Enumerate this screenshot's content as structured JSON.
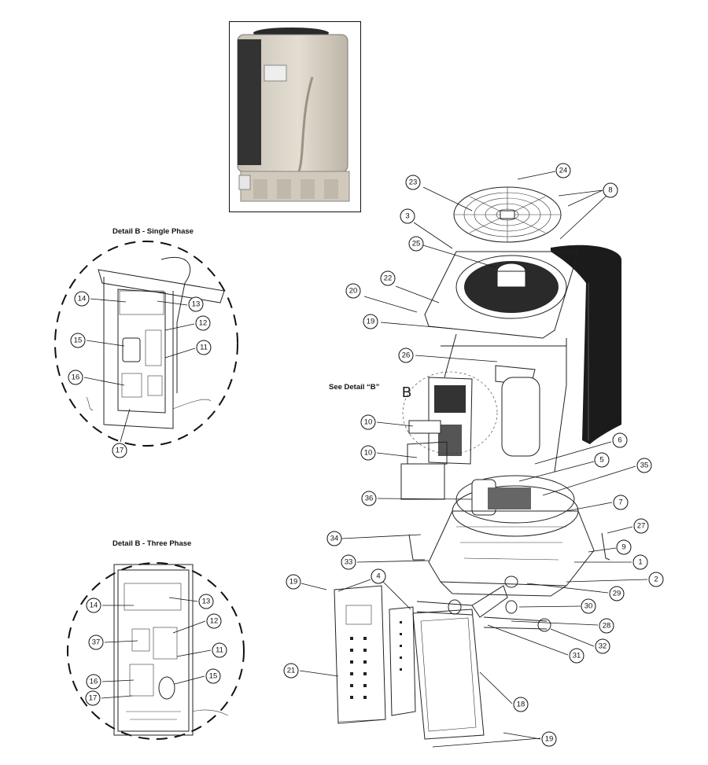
{
  "captions": {
    "single_phase": "Detail B - Single Phase",
    "three_phase": "Detail B - Three Phase",
    "see_detail": "See Detail “B”",
    "detail_letter": "B"
  },
  "photo": {
    "icon": "heat-pump-unit-photo"
  },
  "callouts": {
    "c24": "24",
    "c8": "8",
    "c23": "23",
    "c3": "3",
    "c25": "25",
    "c22": "22",
    "c20": "20",
    "c19a": "19",
    "c26": "26",
    "c10a": "10",
    "c10b": "10",
    "c6": "6",
    "c5": "5",
    "c35": "35",
    "c36": "36",
    "c7": "7",
    "c27": "27",
    "c34": "34",
    "c9": "9",
    "c33": "33",
    "c1": "1",
    "c2": "2",
    "c19b": "19",
    "c4": "4",
    "c29": "29",
    "c30": "30",
    "c28": "28",
    "c31": "31",
    "c32": "32",
    "c21": "21",
    "c18": "18",
    "c19c": "19",
    "s14": "14",
    "s13": "13",
    "s12": "12",
    "s15": "15",
    "s11": "11",
    "s16": "16",
    "s17": "17",
    "t14": "14",
    "t13": "13",
    "t12": "12",
    "t37": "37",
    "t11": "11",
    "t16": "16",
    "t15": "15",
    "t17": "17"
  }
}
